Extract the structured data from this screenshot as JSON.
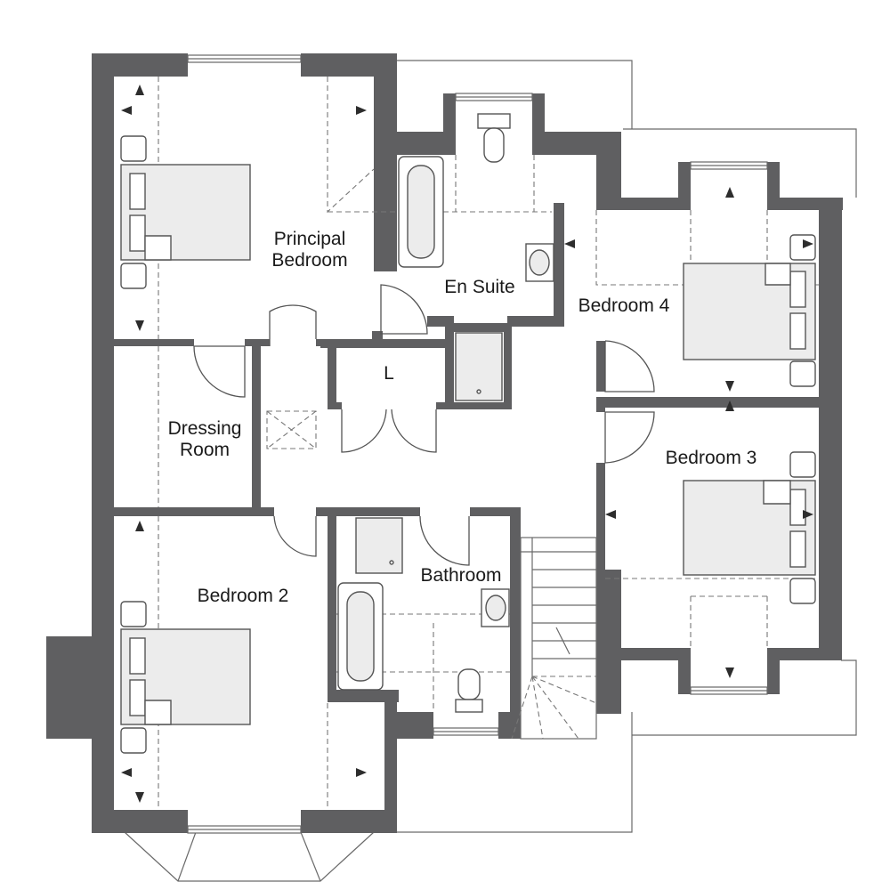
{
  "rooms": {
    "principal_bedroom": [
      "Principal",
      "Bedroom"
    ],
    "en_suite": "En Suite",
    "bedroom_4": "Bedroom 4",
    "landing_cupboard": "L",
    "dressing_room": [
      "Dressing",
      "Room"
    ],
    "bedroom_3": "Bedroom 3",
    "bathroom": "Bathroom",
    "bedroom_2": "Bedroom 2"
  },
  "colors": {
    "wall": "#5f5f61",
    "fixture": "#ececec",
    "line": "#555555"
  }
}
